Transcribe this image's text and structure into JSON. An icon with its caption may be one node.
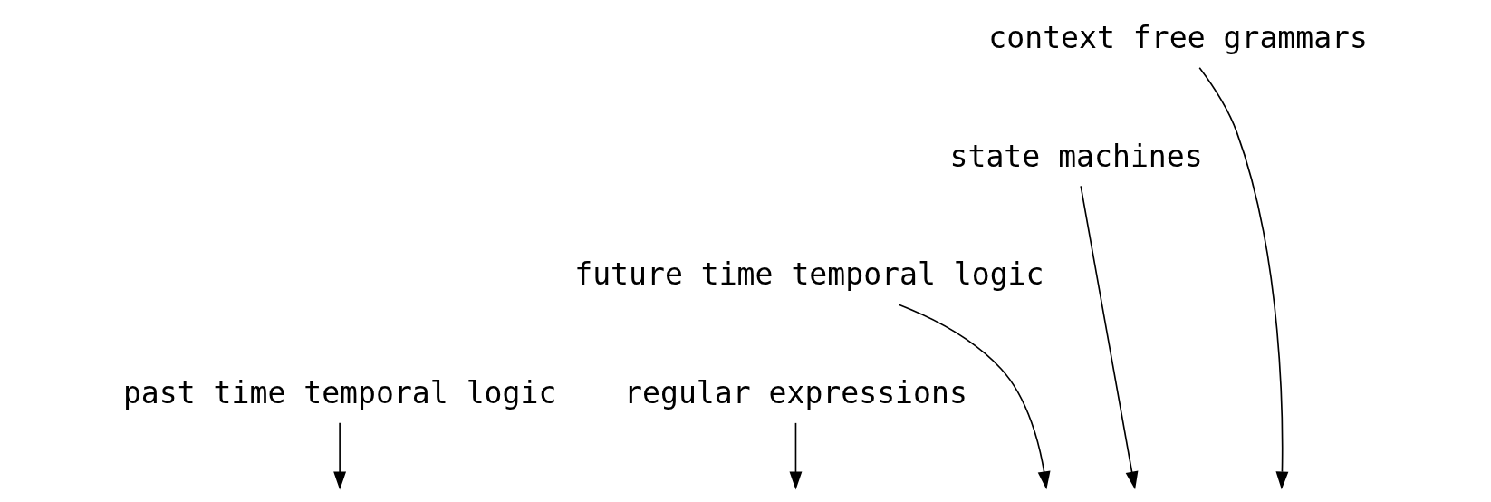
{
  "diagram": {
    "nodes": [
      {
        "text": [
          "context free grammars"
        ]
      },
      {
        "text": [
          "state machines"
        ]
      },
      {
        "text": [
          "future time temporal logic"
        ]
      },
      {
        "text": [
          "past time temporal logic"
        ]
      },
      {
        "text": [
          "regular expressions"
        ]
      }
    ],
    "edges": [
      {
        "from": 0,
        "to": null,
        "arrow": "to"
      },
      {
        "from": 1,
        "to": null,
        "arrow": "to"
      },
      {
        "from": 2,
        "to": null,
        "arrow": "to"
      },
      {
        "from": 3,
        "to": null,
        "arrow": "to"
      },
      {
        "from": 4,
        "to": null,
        "arrow": "to"
      }
    ]
  }
}
